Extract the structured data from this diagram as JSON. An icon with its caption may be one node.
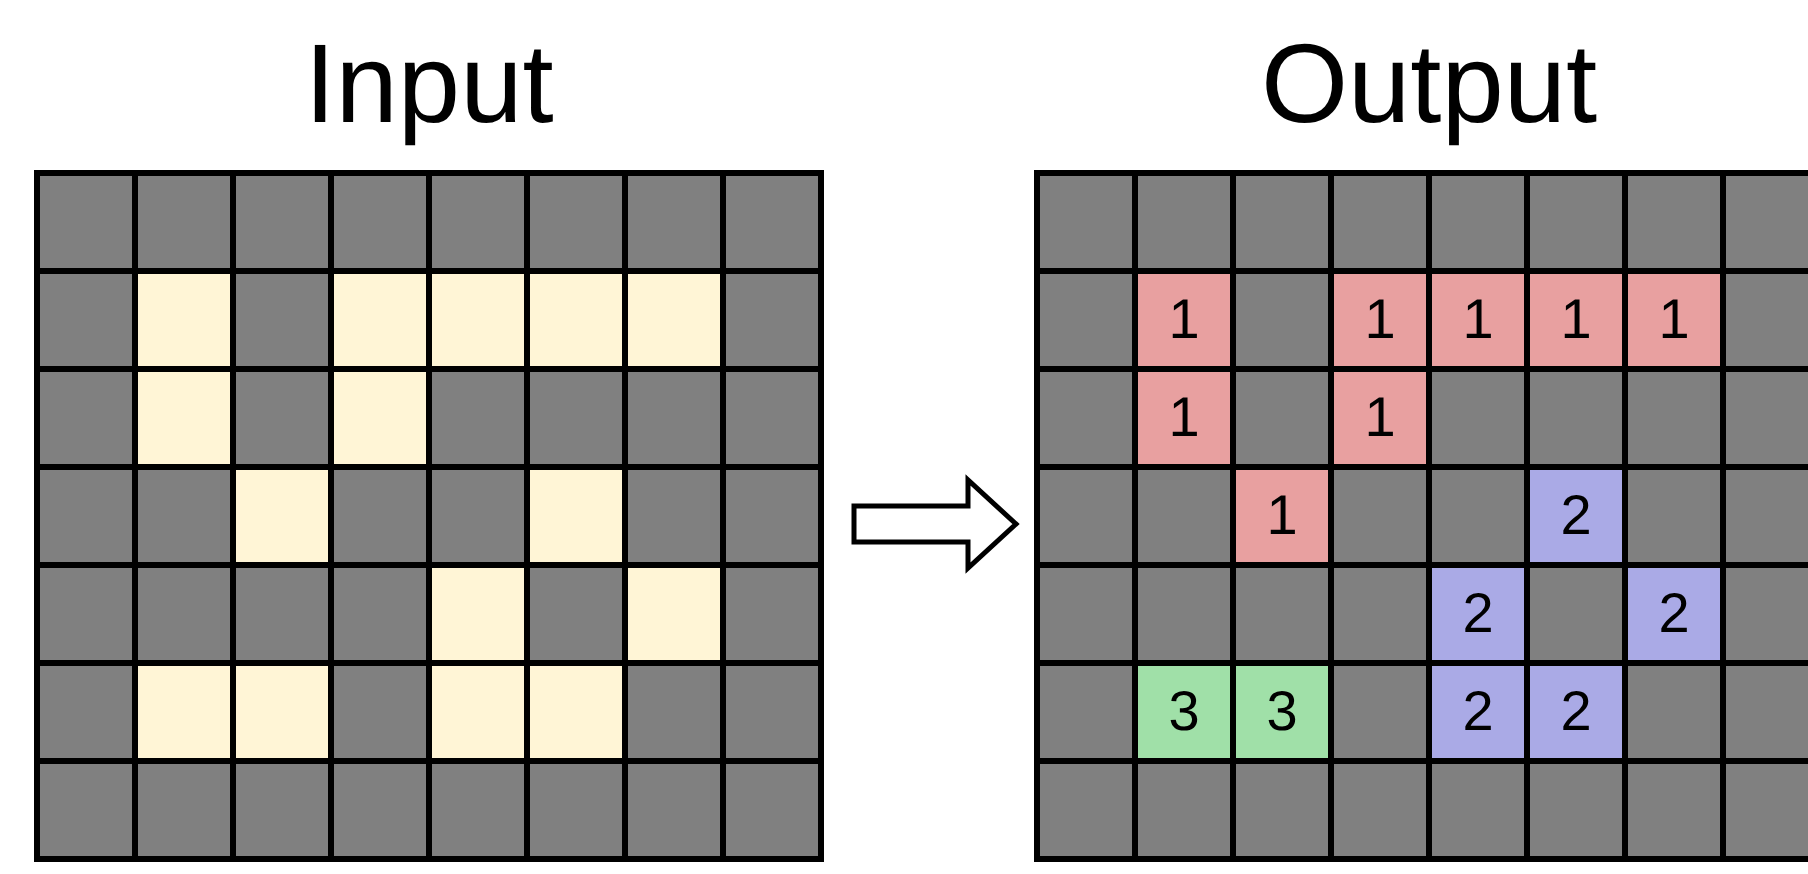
{
  "diagram": {
    "nodes": [
      {
        "text": [
          "Input"
        ]
      },
      {
        "text": [
          "Output"
        ]
      }
    ],
    "edges": [
      {
        "from": 0,
        "to": 1,
        "arrow": "to"
      }
    ],
    "labels": [
      "1",
      "1",
      "1",
      "1",
      "1",
      "1",
      "1",
      "1",
      "2",
      "2",
      "2",
      "3",
      "3",
      "2",
      "2"
    ]
  }
}
